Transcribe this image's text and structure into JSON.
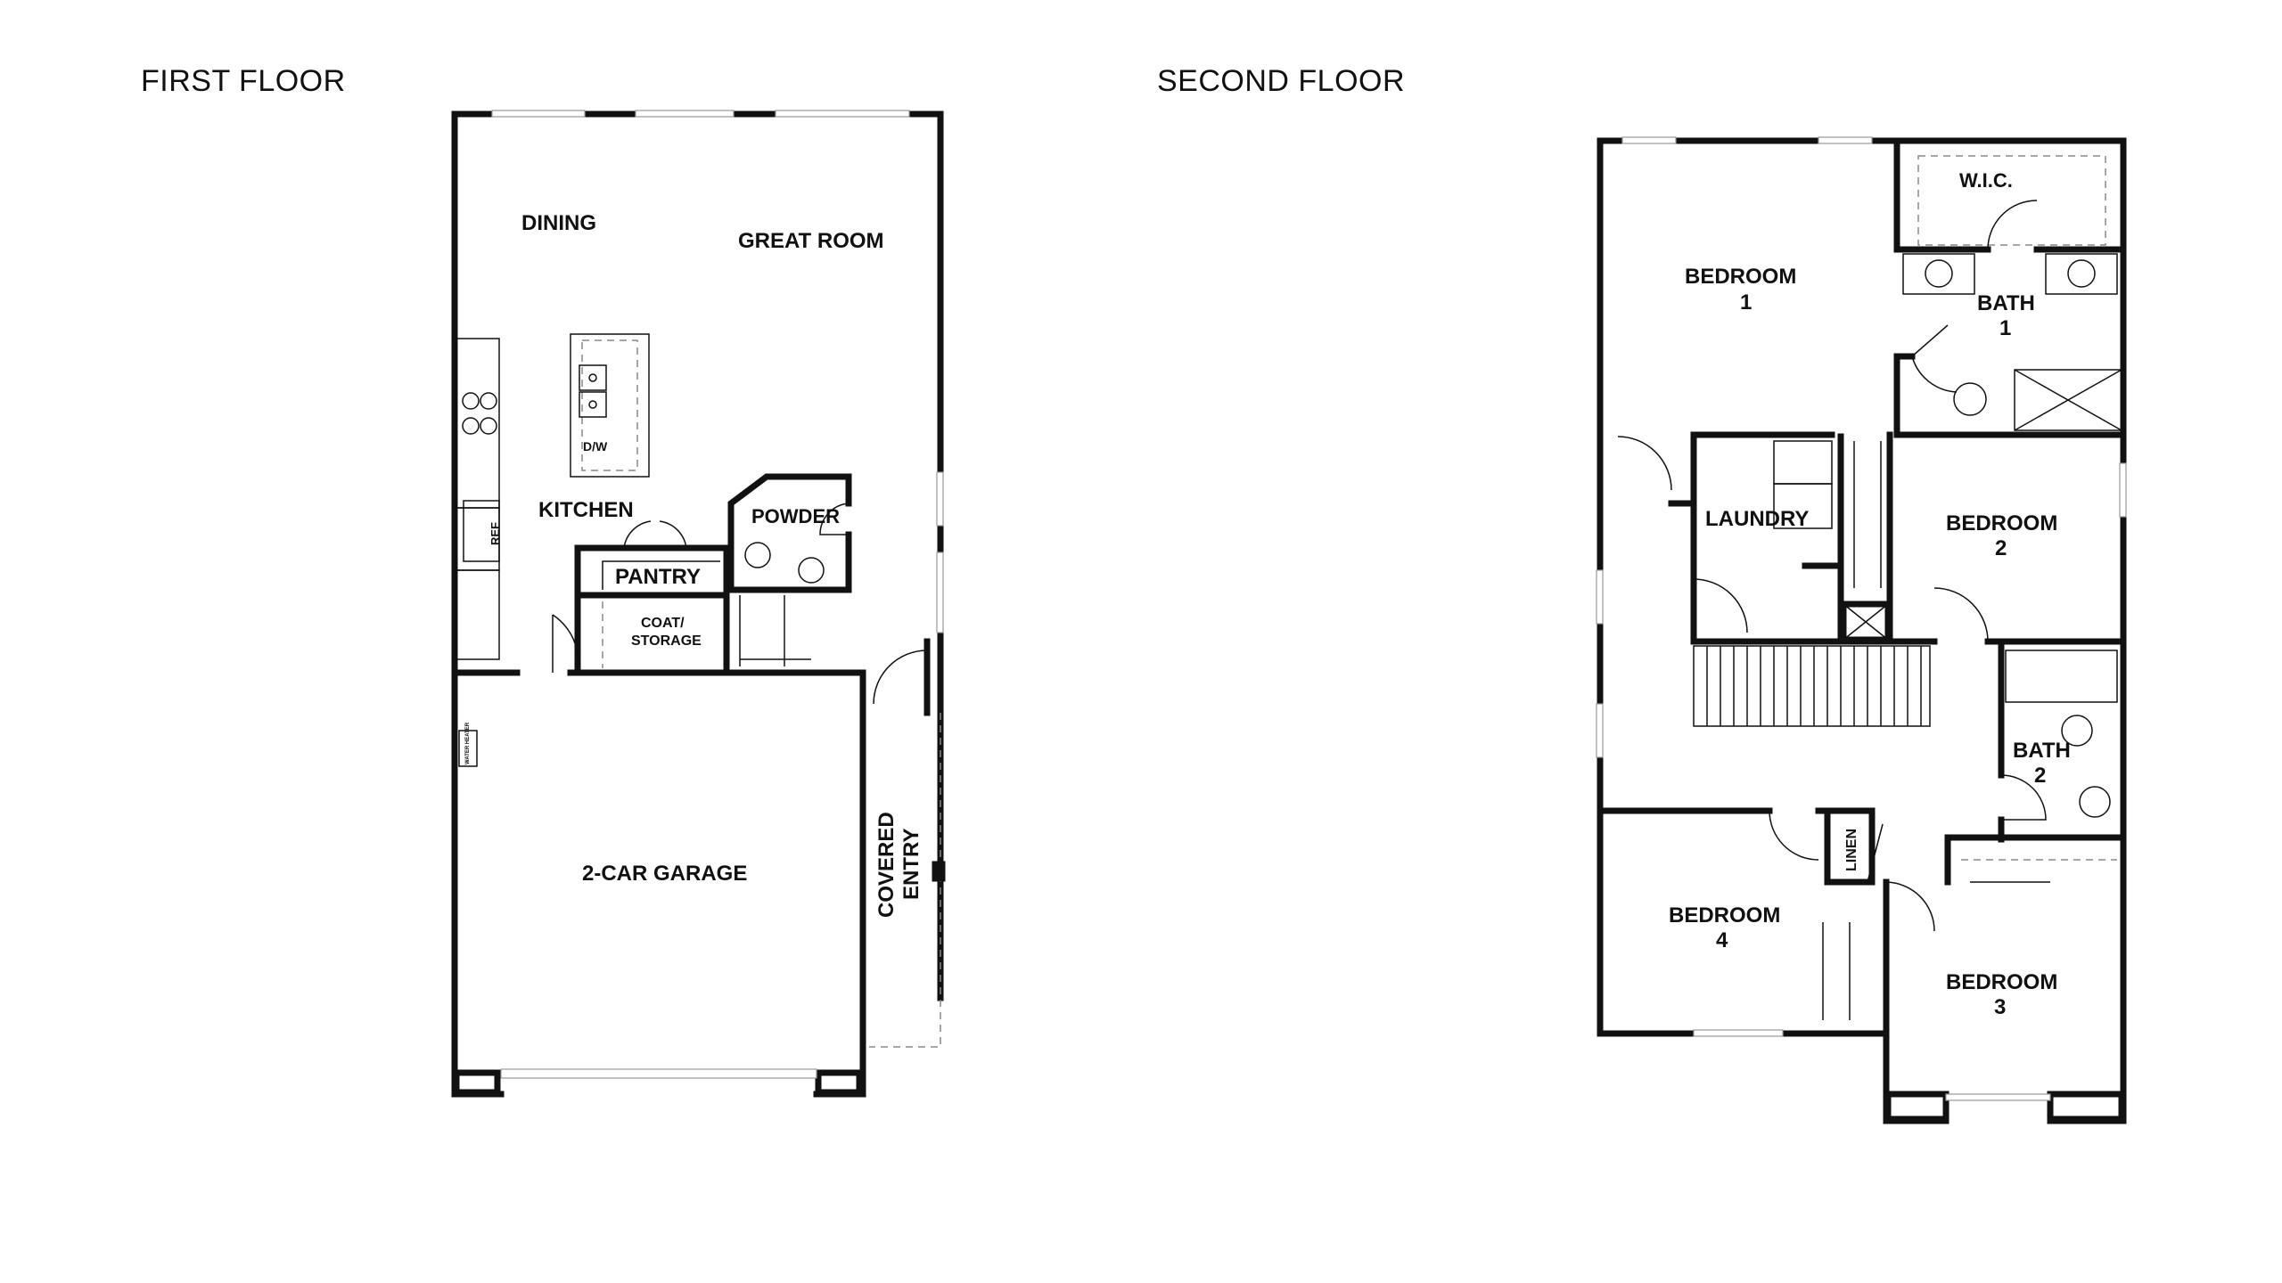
{
  "first_floor": {
    "title": "FIRST FLOOR",
    "rooms": {
      "dining": "DINING",
      "great_room": "GREAT ROOM",
      "kitchen": "KITCHEN",
      "pantry": "PANTRY",
      "powder": "POWDER",
      "coat_storage_1": "COAT/",
      "coat_storage_2": "STORAGE",
      "garage": "2-CAR GARAGE",
      "covered_entry_1": "COVERED",
      "covered_entry_2": "ENTRY"
    },
    "fixtures": {
      "dishwasher": "D/W",
      "refrigerator": "REF",
      "water_heater": "WATER HEATER"
    }
  },
  "second_floor": {
    "title": "SECOND FLOOR",
    "rooms": {
      "wic": "W.I.C.",
      "bedroom1_a": "BEDROOM",
      "bedroom1_b": "1",
      "bath1_a": "BATH",
      "bath1_b": "1",
      "laundry": "LAUNDRY",
      "bedroom2_a": "BEDROOM",
      "bedroom2_b": "2",
      "bath2_a": "BATH",
      "bath2_b": "2",
      "linen": "LINEN",
      "bedroom4_a": "BEDROOM",
      "bedroom4_b": "4",
      "bedroom3_a": "BEDROOM",
      "bedroom3_b": "3"
    }
  }
}
